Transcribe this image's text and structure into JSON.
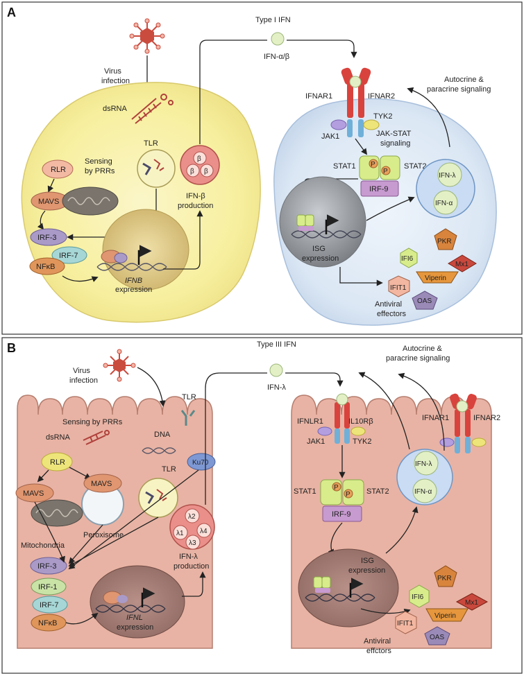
{
  "panel_a": {
    "letter": "A",
    "type_i_ifn": "Type I IFN",
    "ifn_ab": "IFN-α/β",
    "virus_infection_1": "Virus",
    "virus_infection_2": "infection",
    "dsrna": "dsRNA",
    "tlr": "TLR",
    "rlr": "RLR",
    "sensing_1": "Sensing",
    "sensing_2": "by PRRs",
    "mavs": "MAVS",
    "irf3": "IRF-3",
    "irf7": "IRF-7",
    "nfkb": "NFκB",
    "beta": "β",
    "ifnb_prod_1": "IFN-β",
    "ifnb_prod_2": "production",
    "ifnb_gene": "IFNB",
    "expression": "expression",
    "ifnar1": "IFNAR1",
    "ifnar2": "IFNAR2",
    "jak1": "JAK1",
    "tyk2": "TYK2",
    "jakstat_1": "JAK-STAT",
    "jakstat_2": "signaling",
    "stat1": "STAT1",
    "stat2": "STAT2",
    "p": "P",
    "irf9": "IRF-9",
    "ifn_lambda": "IFN-λ",
    "ifn_alpha": "IFN-α",
    "autocrine_1": "Autocrine &",
    "autocrine_2": "paracrine signaling",
    "isg_1": "ISG",
    "isg_2": "expression",
    "ifi6": "IFI6",
    "pkr": "PKR",
    "mx1": "Mx1",
    "viperin": "Viperin",
    "ifit1": "IFIT1",
    "oas": "OAS",
    "antiviral_1": "Antiviral",
    "antiviral_2": "effectors"
  },
  "panel_b": {
    "letter": "B",
    "type_iii_ifn": "Type III IFN",
    "ifn_lambda": "IFN-λ",
    "virus_infection_1": "Virus",
    "virus_infection_2": "infection",
    "tlr": "TLR",
    "sensing": "Sensing by PRRs",
    "dsrna": "dsRNA",
    "dna": "DNA",
    "rlr": "RLR",
    "mavs": "MAVS",
    "peroxisome": "Peroxisome",
    "mitochondria": "Mitochondria",
    "ku70": "Ku70",
    "irf3": "IRF-3",
    "irf1": "IRF-1",
    "irf7": "IRF-7",
    "nfkb": "NFκB",
    "l1": "λ1",
    "l2": "λ2",
    "l3": "λ3",
    "l4": "λ4",
    "ifnl_prod_1": "IFN-λ",
    "ifnl_prod_2": "production",
    "ifnl_gene": "IFNL",
    "expression": "expression",
    "ifnlr1": "IFNLR1",
    "il10rb": "IL10Rβ",
    "jak1": "JAK1",
    "tyk2": "TYK2",
    "stat1": "STAT1",
    "stat2": "STAT2",
    "p": "P",
    "irf9": "IRF-9",
    "ifnar1": "IFNAR1",
    "ifnar2": "IFNAR2",
    "ifn_lambda_in": "IFN-λ",
    "ifn_alpha_in": "IFN-α",
    "autocrine_1": "Autocrine &",
    "autocrine_2": "paracrine signaling",
    "isg_1": "ISG",
    "isg_2": "expression",
    "ifi6": "IFI6",
    "pkr": "PKR",
    "mx1": "Mx1",
    "viperin": "Viperin",
    "ifit1": "IFIT1",
    "oas": "OAS",
    "antiviral_1": "Antiviral",
    "antiviral_2": "effctors"
  }
}
